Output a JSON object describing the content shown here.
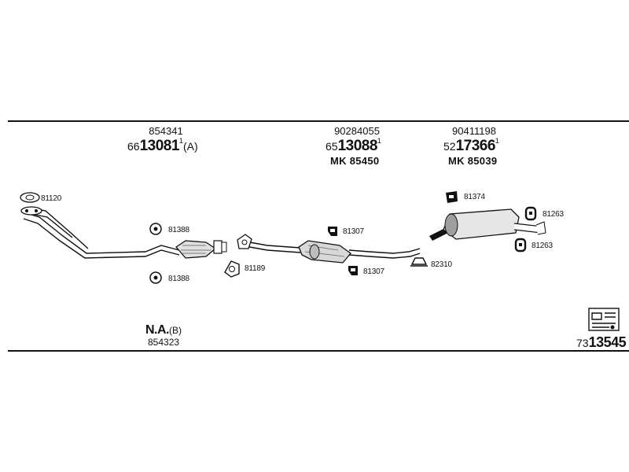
{
  "top_labels": [
    {
      "code": "854341",
      "prefix": "66",
      "main": "13081",
      "suffix": "1",
      "note": "(A)",
      "mk": ""
    },
    {
      "code": "90284055",
      "prefix": "65",
      "main": "13088",
      "suffix": "1",
      "note": "",
      "mk": "MK  85450"
    },
    {
      "code": "90411198",
      "prefix": "52",
      "main": "17366",
      "suffix": "1",
      "note": "",
      "mk": "MK  85039"
    }
  ],
  "parts": {
    "p81120": "81120",
    "p81388a": "81388",
    "p81388b": "81388",
    "p81189": "81189",
    "p81307a": "81307",
    "p81307b": "81307",
    "p82310": "82310",
    "p81374": "81374",
    "p81263a": "81263",
    "p81263b": "81263"
  },
  "bottom_left": {
    "main": "N.A.",
    "note": "(B)",
    "code": "854323"
  },
  "drawing_number": {
    "prefix": "73",
    "main": "13545"
  }
}
